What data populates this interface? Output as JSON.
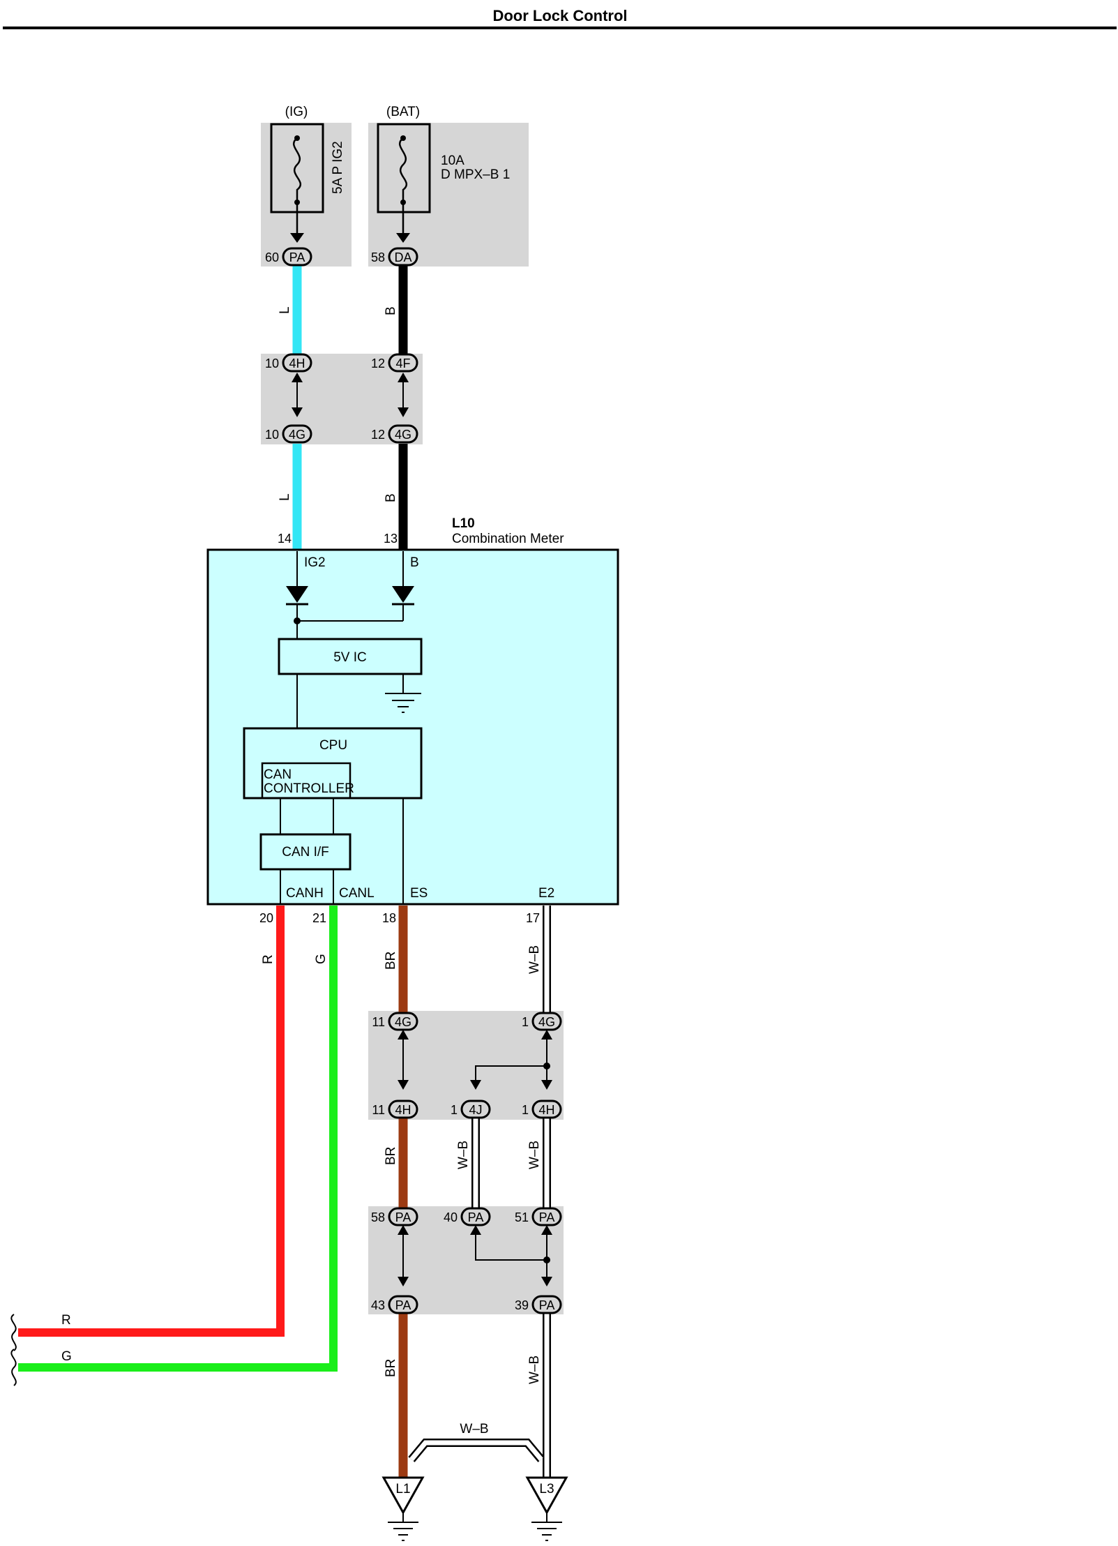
{
  "title": "Door Lock Control",
  "colors": {
    "wire_L": "#33e6f5",
    "wire_B": "#000000",
    "wire_R": "#ff1a1a",
    "wire_G": "#1aee1a",
    "wire_BR": "#9c3a12",
    "wire_WB": "#ffffff",
    "block_fill": "#d6d6d6",
    "meter_fill": "#ccffff"
  },
  "power": {
    "ig_label": "(IG)",
    "bat_label": "(BAT)",
    "fuse_ig": "5A P IG2",
    "fuse_bat_amp": "10A",
    "fuse_bat_name": "D MPX–B 1"
  },
  "connectors": {
    "c60": {
      "pin": "60",
      "code": "PA"
    },
    "c58d": {
      "pin": "58",
      "code": "DA"
    },
    "j4h10": {
      "pin": "10",
      "code": "4H"
    },
    "j4f12": {
      "pin": "12",
      "code": "4F"
    },
    "j4g10": {
      "pin": "10",
      "code": "4G"
    },
    "j4g12": {
      "pin": "12",
      "code": "4G"
    },
    "j4g11": {
      "pin": "11",
      "code": "4G"
    },
    "j4g1": {
      "pin": "1",
      "code": "4G"
    },
    "j4h11": {
      "pin": "11",
      "code": "4H"
    },
    "j4j1": {
      "pin": "1",
      "code": "4J"
    },
    "j4h1": {
      "pin": "1",
      "code": "4H"
    },
    "pa58": {
      "pin": "58",
      "code": "PA"
    },
    "pa40": {
      "pin": "40",
      "code": "PA"
    },
    "pa51": {
      "pin": "51",
      "code": "PA"
    },
    "pa43": {
      "pin": "43",
      "code": "PA"
    },
    "pa39": {
      "pin": "39",
      "code": "PA"
    }
  },
  "wire_labels": {
    "L": "L",
    "B": "B",
    "R": "R",
    "G": "G",
    "BR": "BR",
    "WB": "W–B"
  },
  "meter": {
    "id": "L10",
    "name": "Combination Meter",
    "pin_ig2": "14",
    "pin_b": "13",
    "term_ig2": "IG2",
    "term_b": "B",
    "ic": "5V IC",
    "cpu": "CPU",
    "can_ctrl_1": "CAN",
    "can_ctrl_2": "CONTROLLER",
    "can_if": "CAN I/F",
    "term_canh": "CANH",
    "term_canl": "CANL",
    "term_es": "ES",
    "term_e2": "E2",
    "pin_canh": "20",
    "pin_canl": "21",
    "pin_es": "18",
    "pin_e2": "17"
  },
  "grounds": {
    "g1": "L1",
    "g3": "L3"
  }
}
